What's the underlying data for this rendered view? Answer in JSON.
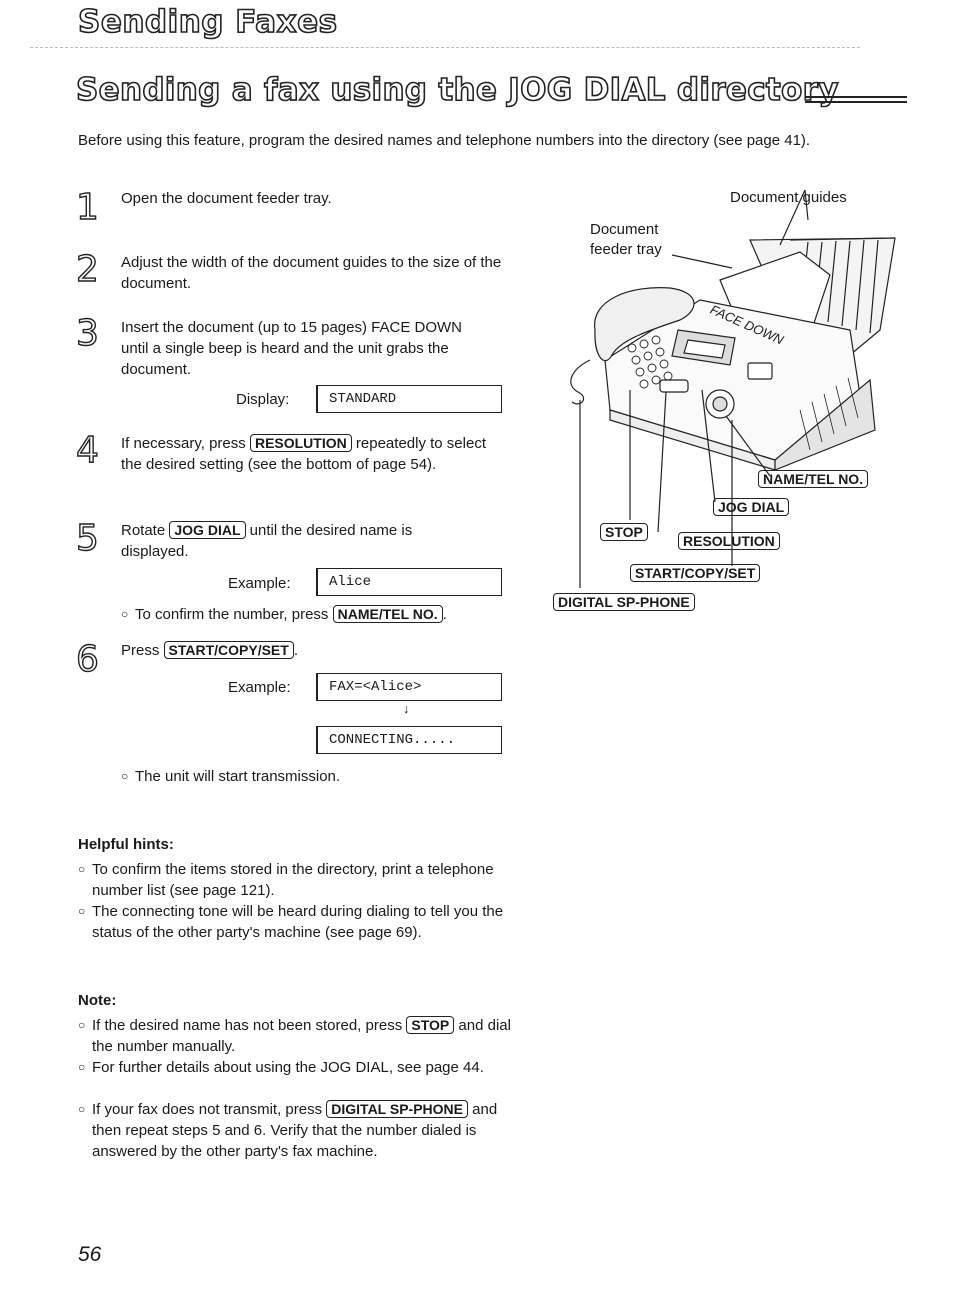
{
  "header": {
    "section_title": "Sending Faxes",
    "page_heading": "Sending a fax using the JOG DIAL directory"
  },
  "intro": "Before using this feature, program the desired names and telephone numbers into the directory (see page 41).",
  "steps": [
    {
      "number": "1",
      "text": "Open the document feeder tray."
    },
    {
      "number": "2",
      "text": "Adjust the width of the document guides to the size of the document."
    },
    {
      "number": "3",
      "text": "Insert the document (up to 15 pages) FACE DOWN until a single beep is heard and the unit grabs the document.",
      "display_label": "Display:",
      "display_value": "STANDARD"
    },
    {
      "number": "4",
      "text_before": "If necessary, press",
      "key": "RESOLUTION",
      "text_after": "repeatedly to select the desired setting (see the bottom of page 54)."
    },
    {
      "number": "5",
      "text_before": "Rotate",
      "key": "JOG DIAL",
      "text_after": "until the desired name is displayed.",
      "example_label": "Example:",
      "example_value": "Alice",
      "bullet_before": "To confirm the number, press",
      "bullet_key": "NAME/TEL NO.",
      "bullet_after": "."
    },
    {
      "number": "6",
      "text_before": "Press",
      "key": "START/COPY/SET",
      "text_after": ".",
      "example_label": "Example:",
      "example_value_1": "FAX=<Alice>",
      "arrow": "↓",
      "example_value_2": "CONNECTING.....",
      "bullet": "The unit will start transmission."
    }
  ],
  "helpful_hints": {
    "title": "Helpful hints:",
    "items": [
      "To confirm the items stored in the directory, print a telephone number list (see page 121).",
      "The connecting tone will be heard during dialing to tell you the status of the other party's machine (see page 69)."
    ]
  },
  "note": {
    "title": "Note:",
    "item1_before": "If the desired name has not been stored, press",
    "item1_key": "STOP",
    "item1_after": "and dial the number manually.",
    "item2": "For further details about using the JOG DIAL, see page 44.",
    "item3_before": "If your fax does not transmit, press",
    "item3_key": "DIGITAL SP-PHONE",
    "item3_after": "and then repeat steps 5 and 6. Verify that the number dialed is answered by the other party's fax machine."
  },
  "figure": {
    "document_guides": "Document guides",
    "feeder_tray_line1": "Document",
    "feeder_tray_line2": "feeder tray",
    "face_down": "FACE DOWN",
    "keys": {
      "name_tel": "NAME/TEL NO.",
      "jog_dial": "JOG DIAL",
      "stop": "STOP",
      "resolution": "RESOLUTION",
      "start": "START/COPY/SET",
      "digital": "DIGITAL SP-PHONE"
    }
  },
  "page_number": "56"
}
